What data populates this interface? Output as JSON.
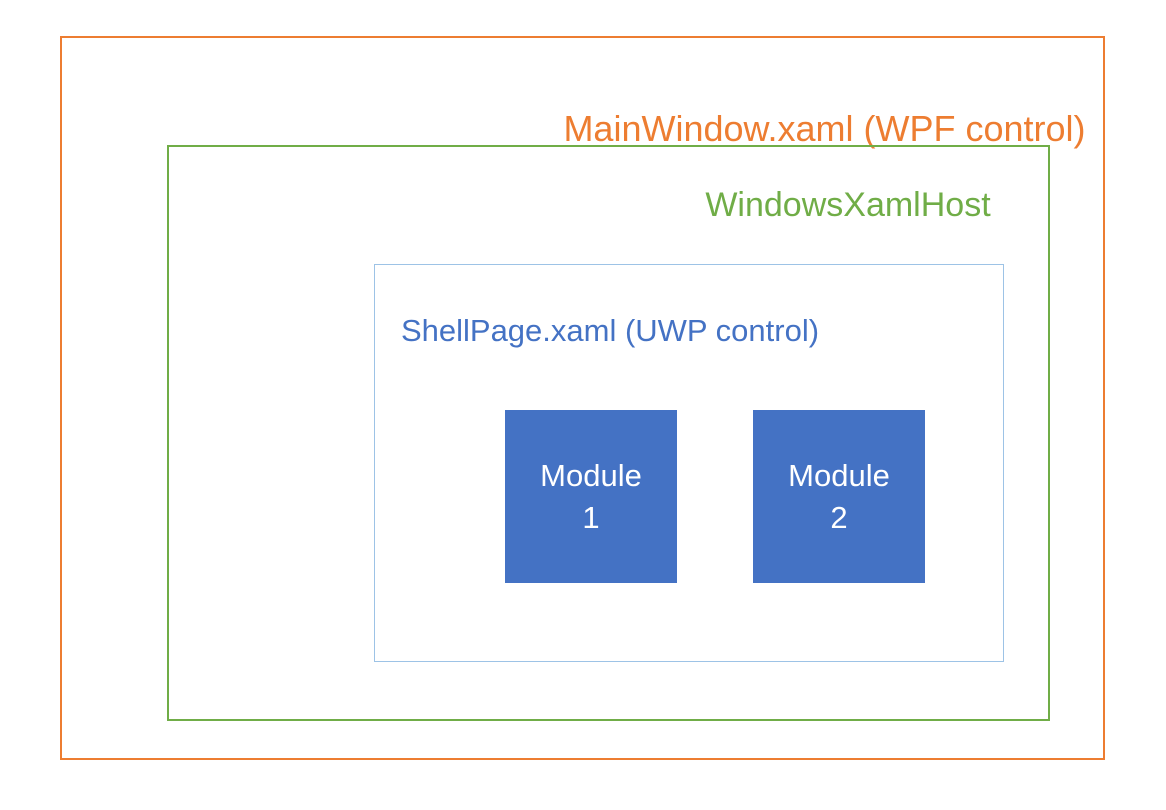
{
  "diagram": {
    "title": "MainWindow.xaml (WPF control)",
    "outer_box": {
      "label": "MainWindow.xaml (WPF control)",
      "border_color": "#ED7D31",
      "label_color": "#ED7D31"
    },
    "host_box": {
      "label": "WindowsXamlHost",
      "border_color": "#70AD47",
      "label_color": "#70AD47"
    },
    "shell_box": {
      "label": "ShellPage.xaml (UWP control)",
      "border_color": "#9DC3E6",
      "label_color": "#4472C4"
    },
    "modules": [
      {
        "label": "Module 1",
        "line1": "Module",
        "line2": "1",
        "fill_color": "#4472C4",
        "text_color": "#FFFFFF"
      },
      {
        "label": "Module 2",
        "line1": "Module",
        "line2": "2",
        "fill_color": "#4472C4",
        "text_color": "#FFFFFF"
      }
    ]
  }
}
